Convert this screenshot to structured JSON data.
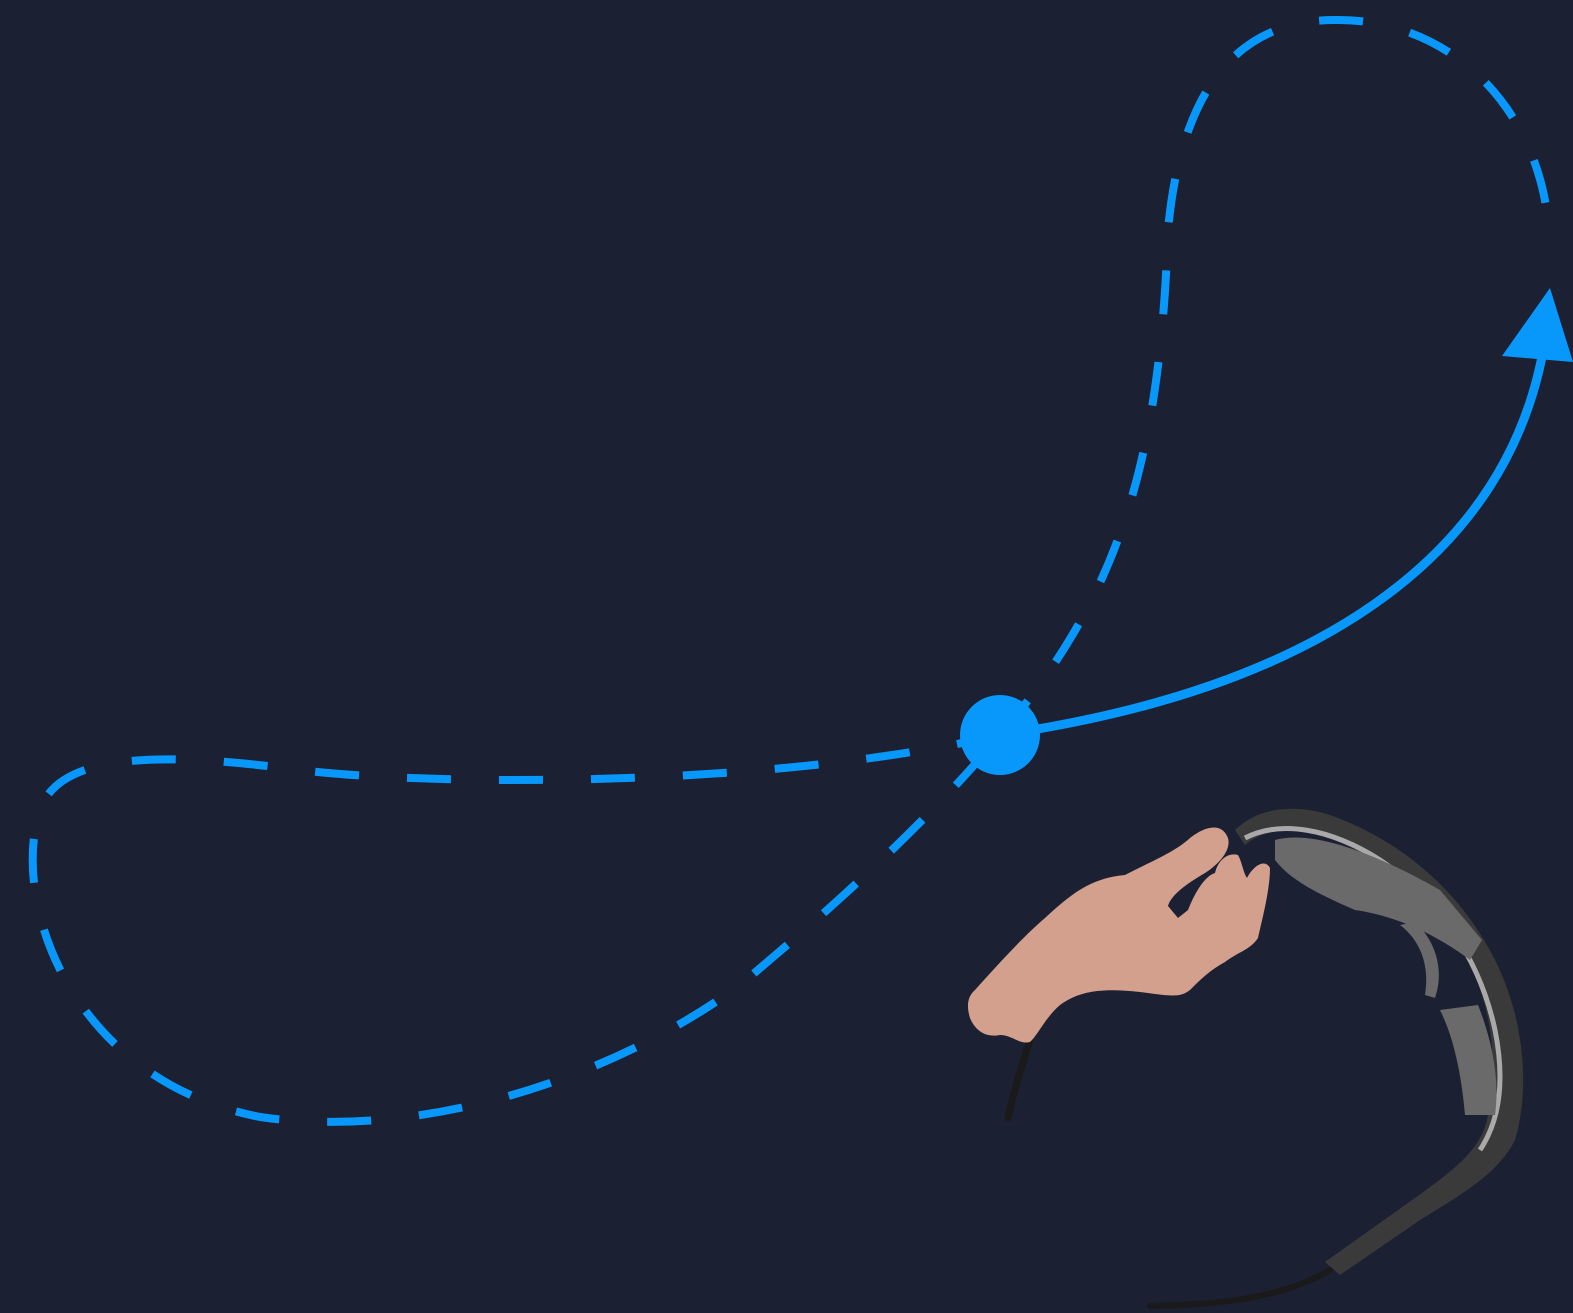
{
  "diagram": {
    "colors": {
      "background": "#1c2033",
      "accent": "#0898fc",
      "skin": "#d3a08d",
      "glasses_dark": "#3a3a3a",
      "glasses_mid": "#6a6a6a",
      "glasses_light": "#a9a9a9",
      "cable": "#1a1a1a"
    },
    "icons": {
      "start_point": "dot",
      "path_end": "arrowhead",
      "illustration": "hand-holding-smart-glasses"
    }
  }
}
